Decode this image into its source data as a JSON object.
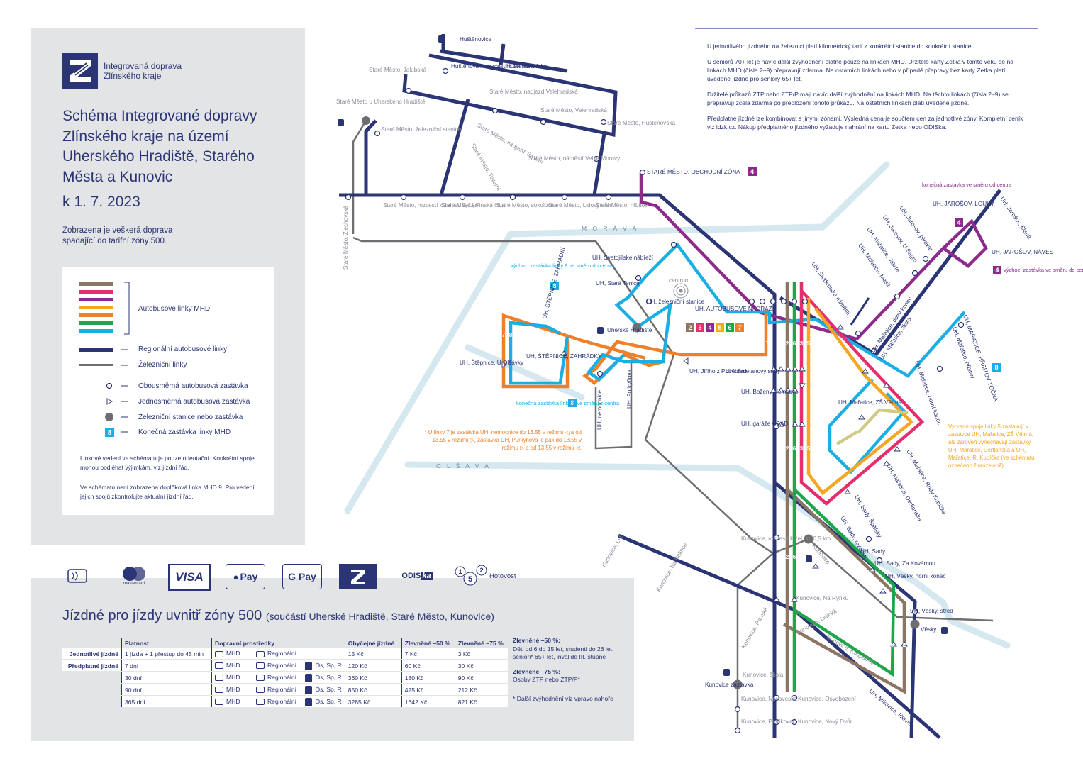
{
  "logo": {
    "line1": "Integrovaná doprava",
    "line2": "Zlínského kraje"
  },
  "title": "Schéma Integrované dopravy Zlínského kraje na území Uherského Hradiště, Starého Města a Kunovic",
  "date": "k 1. 7. 2023",
  "subtitle": "Zobrazena je veškerá doprava spadající do tarifní zóny 500.",
  "legend": {
    "mhd": "Autobusové linky MHD",
    "regional": "Regionální autobusové linky",
    "rail": "Železniční linky",
    "two_way": "Obousměrná autobusová zastávka",
    "one_way": "Jednosměrná autobusová zastávka",
    "station": "Železniční stanice nebo zastávka",
    "terminal": "Konečná zastávka linky MHD",
    "terminal_badge": "8",
    "note1": "Linkové vedení ve schématu je pouze orientační. Konkrétní spoje mohou podléhat výjimkám, viz jízdní řád.",
    "note2": "Ve schématu není zobrazena doplňková linka MHD 9. Pro vedení jejich spojů zkontrolujte aktuální jízdní řád."
  },
  "colors": {
    "navy": "#2b3575",
    "gray": "#6d6e71",
    "brown": "#8c7563",
    "pink": "#e62e6b",
    "purple": "#8e2a8c",
    "yellow": "#f5a623",
    "orange": "#f07f29",
    "green": "#1fa64a",
    "cyan": "#1aaee5",
    "olive": "#cfca84",
    "river": "#d5e8ef"
  },
  "info": [
    "U jednotlivého jízdného na železnici platí kilometrický tarif z konkrétní stanice do konkrétní stanice.",
    "U seniorů 70+ let je navíc další zvýhodnění platné pouze na linkách MHD. Držitelé karty Zetka v tomto věku se na linkách MHD (čísla 2–9) přepravují zdarma. Na ostatních linkách nebo v případě přepravy bez karty Zetka platí uvedené jízdné pro seniory 65+ let.",
    "Držitelé průkazů ZTP nebo ZTP/P mají navíc další zvýhodnění na linkách MHD. Na těchto linkách (čísla 2–9) se přepravují zcela zdarma po předložení tohoto průkazu. Na ostatních linkách platí uvedené jízdné.",
    "Předplatné jízdné lze kombinovat s jinými zónami. Výsledná cena je součtem cen za jednotlivé zóny. Kompletní ceník viz idzk.cz. Nákup předplatného jízdného vyžaduje nahrání na kartu Zetka nebo ODISka."
  ],
  "payments": {
    "visa": "VISA",
    "apple": "Pay",
    "google": "G Pay",
    "odis": "ODIS",
    "odis2": "ka",
    "mastercard": "mastercard",
    "cash": "Hotovost",
    "coin1": "1",
    "coin5": "5",
    "coin2": "2"
  },
  "fares": {
    "title": "Jízdné pro jízdy uvnitř zóny 500",
    "title_sub": "(součástí Uherské Hradiště, Staré Město, Kunovice)",
    "headers": [
      "Platnost",
      "Dopravní prostředky",
      "Obyčejné jízdné",
      "Zlevněné –50 %",
      "Zlevněné –75 %"
    ],
    "rows": [
      {
        "type": "Jednotlivé jízdné",
        "validity": "1 jízda + 1 přestup do 45 min",
        "mhd": "MHD",
        "reg": "Regionální",
        "rail": "",
        "full": "15 Kč",
        "half": "7 Kč",
        "quarter": "3 Kč"
      },
      {
        "type": "Předplatné jízdné",
        "validity": "7 dní",
        "mhd": "MHD",
        "reg": "Regionální",
        "rail": "Os, Sp, R",
        "full": "120 Kč",
        "half": "60 Kč",
        "quarter": "30 Kč"
      },
      {
        "type": "",
        "validity": "30 dní",
        "mhd": "MHD",
        "reg": "Regionální",
        "rail": "Os, Sp, R",
        "full": "360 Kč",
        "half": "180 Kč",
        "quarter": "90 Kč"
      },
      {
        "type": "",
        "validity": "90 dní",
        "mhd": "MHD",
        "reg": "Regionální",
        "rail": "Os, Sp, R",
        "full": "850 Kč",
        "half": "425 Kč",
        "quarter": "212 Kč"
      },
      {
        "type": "",
        "validity": "365 dní",
        "mhd": "MHD",
        "reg": "Regionální",
        "rail": "Os, Sp, R",
        "full": "3285 Kč",
        "half": "1642 Kč",
        "quarter": "821 Kč"
      }
    ],
    "note50_title": "Zlevněné –50 %:",
    "note50": "Děti od 6 do 15 let, studenti do 26 let, senioři* 65+ let, invalidé III. stupně",
    "note75_title": "Zlevněné –75 %:",
    "note75": "Osoby ZTP nebo ZTP/P*",
    "note_star": "* Další zvýhodnění viz vpravo nahoře"
  },
  "map": {
    "rivers": {
      "morava": "M O R A V A",
      "olsava": "O L Š A V A"
    },
    "centrum": "centrum",
    "stops": {
      "hustenovice_top": "Huštěnovice",
      "hustenovice2": "Huštěnovice",
      "hustenovice_rozcesti": "Huštěnovice, rozcestí k žel. st. 0,3 km",
      "jalubska": "Staré Město, Jalubská",
      "sm_uh_station": "Staré Město u Uherského Hradiště",
      "sm_zel_stanice": "Staré Město, železniční stanice",
      "nadjezd_velehradska": "Staré Město, nadjezd Velehradská",
      "velehradska": "Staré Město, Velehradská",
      "nadjezd_tovarni": "Staré Město, nadjezd Tovární",
      "tovarni": "Staré Město, Tovární",
      "sm_hustenovska": "Staré Město, Huštěnovská",
      "namesti_vm": "Staré Město, náměstí Velké Moravy",
      "rozcesti_zel": "Staré Město, rozcestí k žel. st. 0,4 km",
      "finska": "Staré Město, Finská čtvrť",
      "sokolovna": "Staré Město, sokolovna",
      "lidovy_dum": "Staré Město, Lidový dům",
      "hrbitov": "Staré Město, hřbitov",
      "zlechovska": "Staré Město, Zlechovská",
      "obchodni_zona": "STARÉ MĚSTO, OBCHODNÍ ZÓNA",
      "obchodni_badge": "4",
      "svatojirske": "UH, Svatojiřské nábřeží",
      "stara_tenice": "UH, Stará Tenice",
      "uh_zel_stanice": "UH, železniční stanice",
      "uh_station": "Uherské Hradiště",
      "autobusove_nadrazi": "UH, AUTOBUSOVÉ NÁDRAŽÍ",
      "nadrazi_badges": [
        "2",
        "3",
        "4",
        "5",
        "6",
        "7"
      ],
      "stepnice_zahradni": "UH, ŠTĚPNICE, ZAHRADNÍ",
      "vychozi8": "výchozí zastávka linky 8 ve směru do centra",
      "stepnice_olsavky": "UH, Štěpnice, U Olšávky",
      "stepnice_zahradky": "UH, ŠTĚPNICE, ZAHRÁDKY",
      "konecna8": "konečná zastávka linky 8 ve směru z centra",
      "nemocnice": "UH, nemocnice",
      "purkynova": "UH, Purkyňova",
      "jiriho": "UH, Jiřího z Poděbrad",
      "smetanovy": "UH, Smetanovy sady",
      "bozeny": "UH, Boženy Němcové",
      "garaze": "UH, garáže ČSAD",
      "studentske": "UH, Studentské náměstí",
      "jarosov_blana": "UH, Jarošov, Blaná",
      "jarosov_louky": "UH, JAROŠOV, LOUKY",
      "jarosov_naves": "UH, JAROŠOV, NÁVES",
      "konecna_centra": "konečná zastávka ve směru od centra",
      "vychozi_centra": "výchozí zastávka ve směru do centra",
      "jarosov_pivovar": "UH, Jarošov, pivovar",
      "jarosov_ubagru": "UH, Jarošov, U Bagru",
      "maratice_jatefe": "UH, Mařatice, Jatefe",
      "maratice_mesit": "UH, Mařatice, Mesit",
      "maratice_dolni": "UH, Mařatice, dolní konec",
      "maratice_skola": "UH, Mařatice, škola",
      "maratice_hrbitov_tocna": "UH, MAŘATICE, HŘBITOV TOČNA",
      "maratice_hrbitov": "UH, Mařatice, hřbitov",
      "maratice_horni": "UH, Mařatice, horní konec",
      "maratice_zs": "UH, Mařatice, ZŠ Větrná",
      "maratice_rudy": "UH, Mařatice, Rudy Kubíčka",
      "maratice_derfl": "UH, Mařatice, Derflanská",
      "sady_spitalky": "UH, Sady, Špitálky",
      "sady_rozcesti": "UH, Sady, rozcestí",
      "sady": "UH, Sady",
      "sady_kovarnou": "UH, Sady, Za Kovárnou",
      "vesky_horni": "UH, Věsky, horní konec",
      "vesky_stred": "UH, Věsky, střed",
      "vesky": "Věsky",
      "mikovice": "UH, Mikovice, Hlavní",
      "kunovice_rozcesti": "Kunovice, rozcestí k žel. st. 0,5 km",
      "kunovice_station": "Kunovice",
      "kunovice_na_rynku": "Kunovice, Na Rynku",
      "kunovice_lidicka": "Kunovice, Lidická",
      "kunovice_koupaliste": "Kunovice, Koupaliště",
      "kunovice_panska": "Kunovice, Panská",
      "kunovice_na_belince": "Kunovice, Na Bělince",
      "kunovice_let": "Kunovice, Let",
      "kunovice_skola": "Kunovice, škola",
      "kunovice_zastavka": "Kunovice zastávka",
      "kunovice_novoveska": "Kunovice, Novoveská",
      "kunovice_osvobozeni": "Kunovice, Osvobození",
      "kunovice_petrikovec": "Kunovice, Petříkovec",
      "kunovice_novy_dvur": "Kunovice, Nový Dvůr"
    },
    "line7_note": "* U linky 7 je zastávka UH, nemocnice do 13.55 v režimu ◁ a od 13.55 v režimu ▷, zastávka UH, Purkyňova je pak do 13.55 v režimu ▷ a od 13.55 v režimu ◁.",
    "line5_note": "Vybrané spoje linky 5 zastavují v zastávce UH, Mařatice, ZŠ Větrná, ale zároveň vynechávají zastávky UH, Mařatice, Derflanská a UH, Mařatice, R. Kubíčka (ve schématu označeno žlutozeleně).",
    "line_numbers": {
      "l2": "2",
      "l3": "3",
      "l4": "4",
      "l5": "5",
      "l6": "6",
      "l7": "7",
      "l8": "8"
    }
  }
}
